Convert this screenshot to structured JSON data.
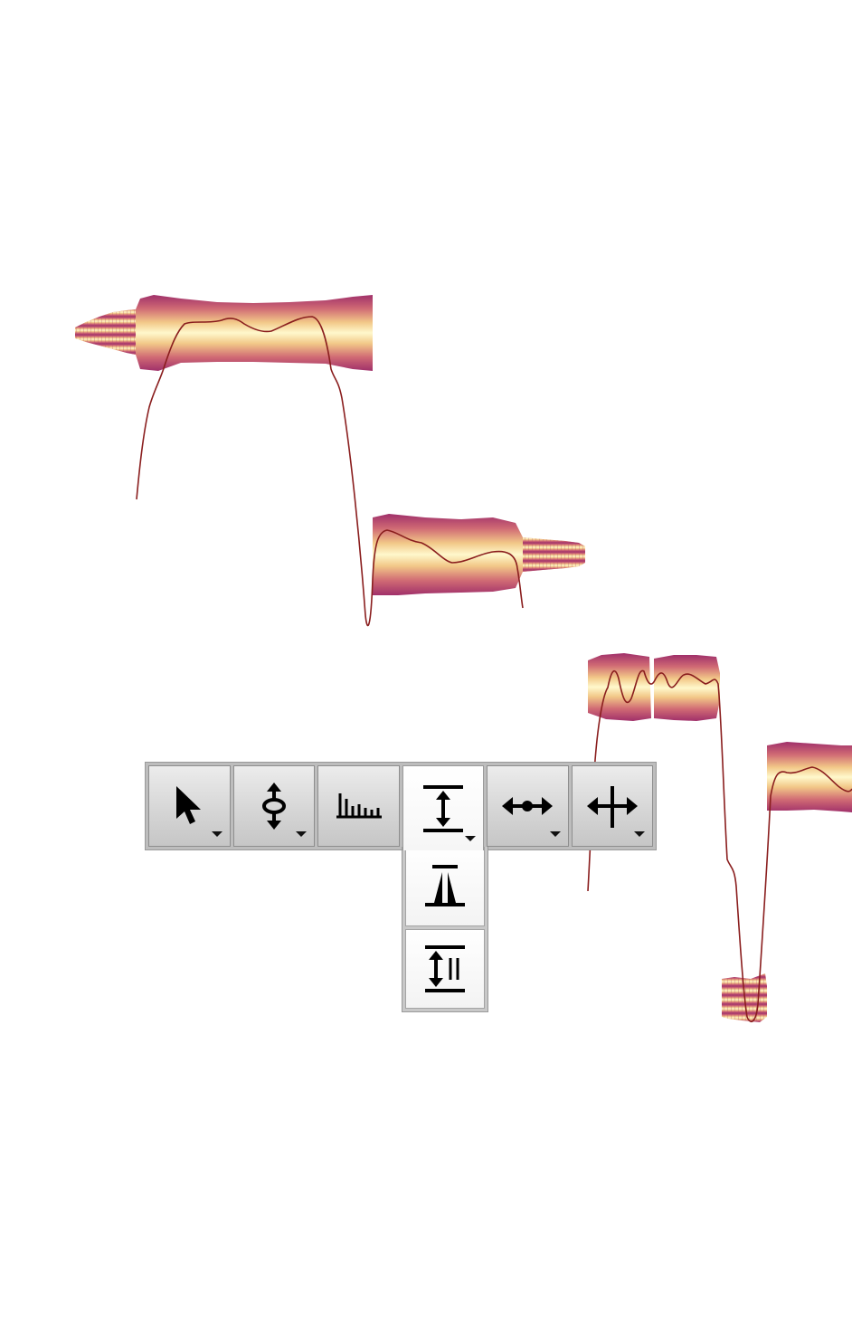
{
  "colors": {
    "blob_edge": "#a0306a",
    "blob_mid": "#e39a72",
    "blob_core": "#fff6c8",
    "pitch_curve": "#8a1e1e",
    "toolbar_bg": "#bdbdbd",
    "tool_face": "#dadada",
    "tool_active_face": "#ffffff"
  },
  "toolbar": {
    "tools": [
      {
        "id": "main-tool",
        "icon": "arrow-pointer-icon",
        "has_menu": true,
        "active": false
      },
      {
        "id": "pitch-tool",
        "icon": "pitch-modulation-icon",
        "has_menu": true,
        "active": false
      },
      {
        "id": "formant-tool",
        "icon": "formant-bars-icon",
        "has_menu": false,
        "active": false
      },
      {
        "id": "amplitude-tool",
        "icon": "amplitude-icon",
        "has_menu": true,
        "active": true
      },
      {
        "id": "timing-tool",
        "icon": "timing-double-arrow-icon",
        "has_menu": true,
        "active": false
      },
      {
        "id": "separation-tool",
        "icon": "note-separation-icon",
        "has_menu": true,
        "active": false
      }
    ]
  },
  "tool_menu": {
    "items": [
      {
        "id": "fade-tool",
        "icon": "fade-trapezoid-icon"
      },
      {
        "id": "breath-tool",
        "icon": "amplitude-with-bars-icon"
      }
    ]
  }
}
